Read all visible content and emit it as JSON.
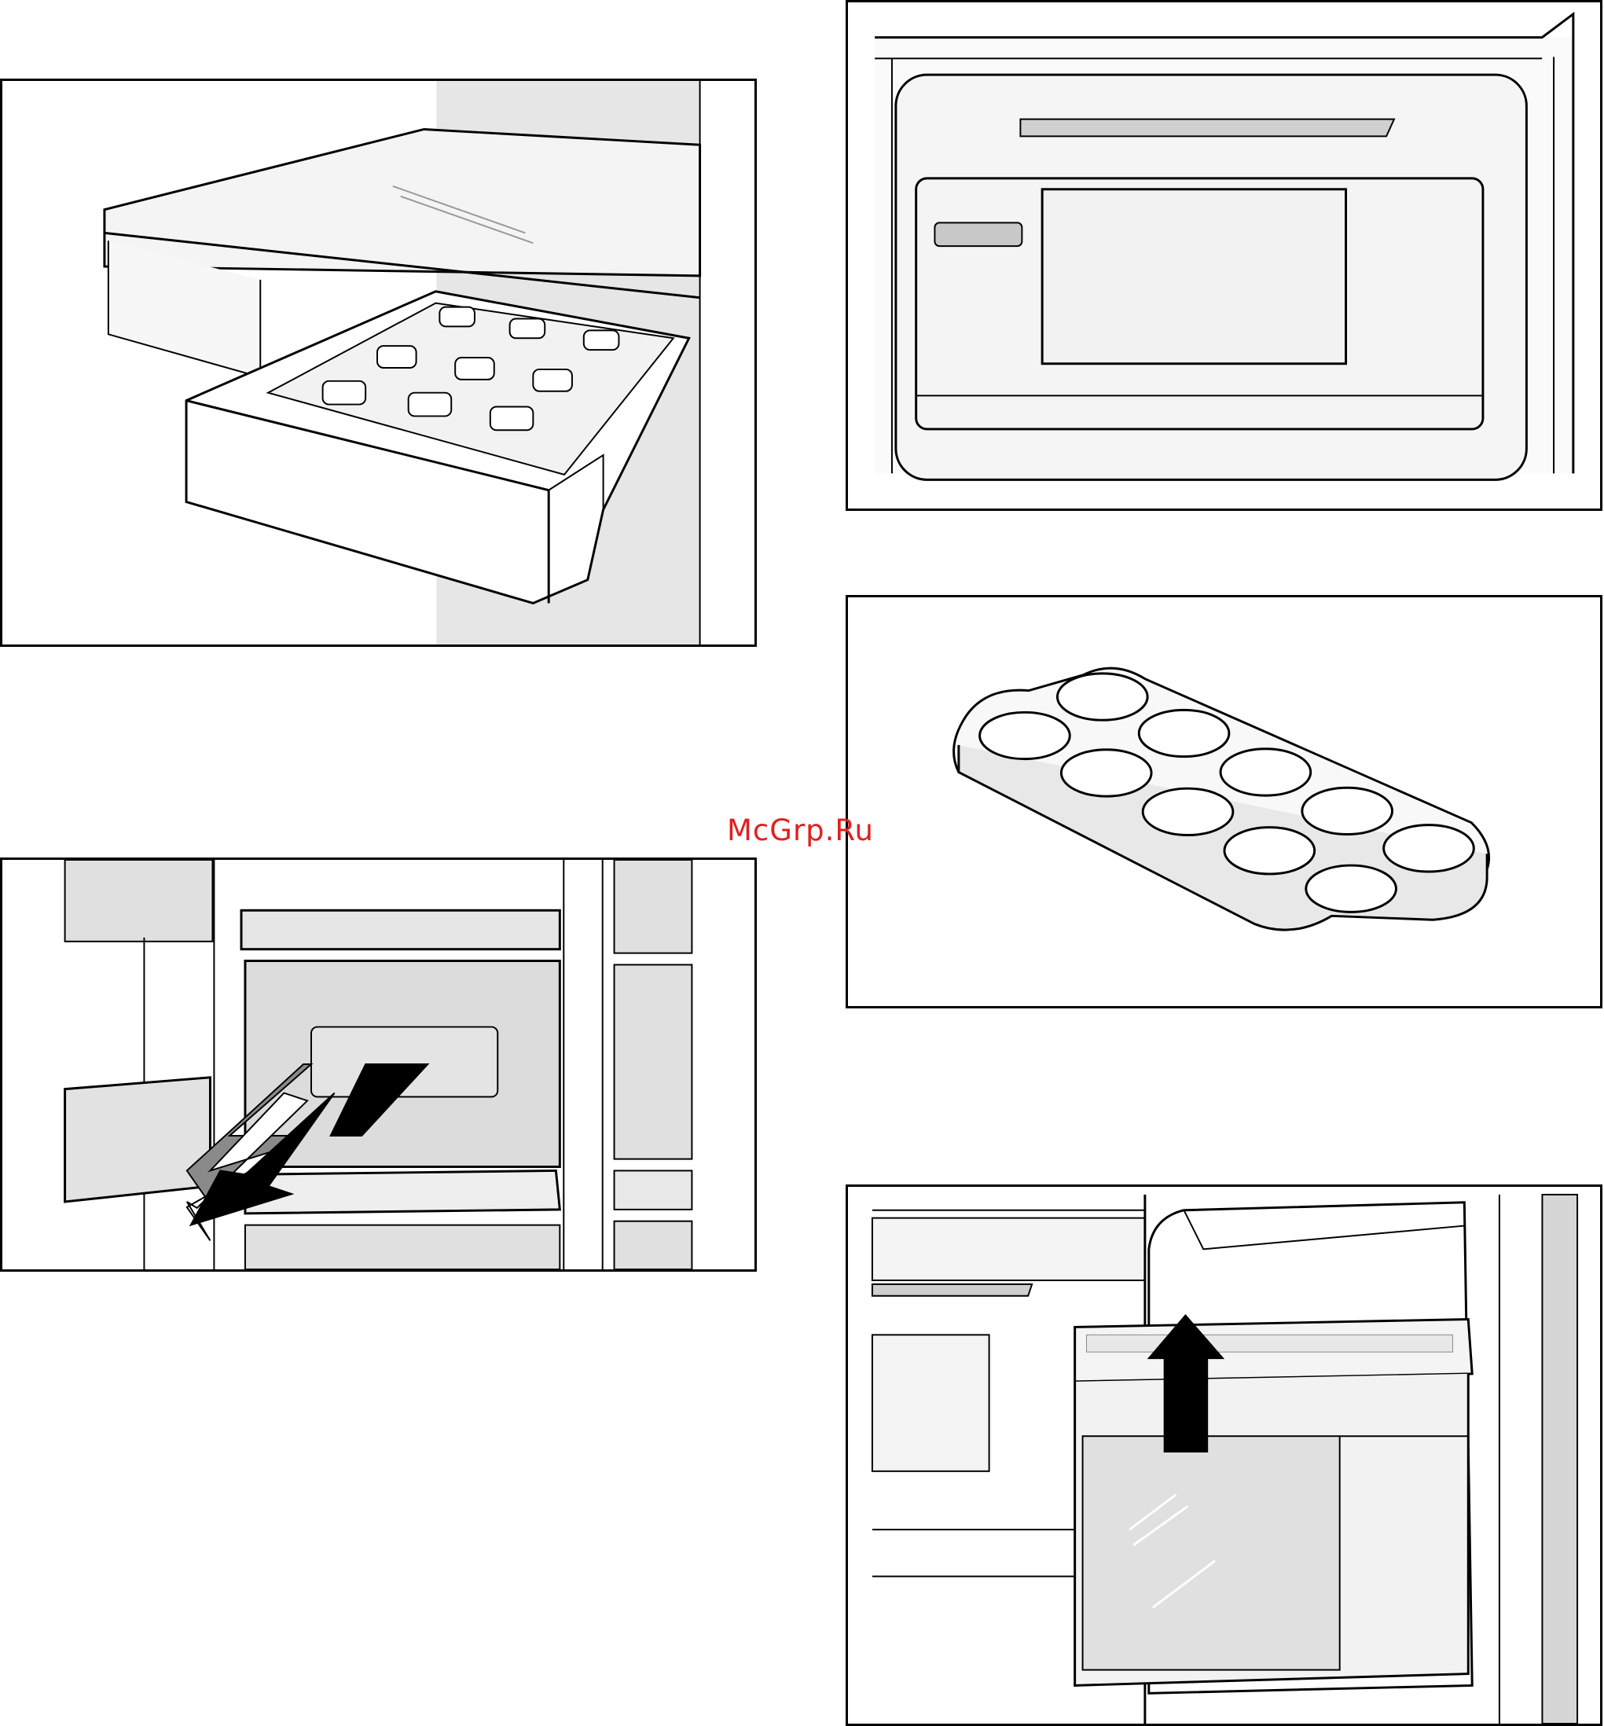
{
  "watermark": {
    "text": "McGrp.Ru"
  },
  "figures": [
    {
      "id": "ice-cube-tray",
      "icon": "ice-tray-drawer-illustration"
    },
    {
      "id": "freezer-door-compartment",
      "icon": "door-flap-illustration"
    },
    {
      "id": "egg-tray",
      "icon": "egg-tray-illustration",
      "egg_slots": 10
    },
    {
      "id": "freezer-drawer-removal",
      "icon": "drawer-pull-out-arrow-illustration"
    },
    {
      "id": "door-shelf-removal",
      "icon": "shelf-lift-up-arrow-illustration"
    }
  ],
  "colors": {
    "line": "#000000",
    "fill_light": "#f2f2f2",
    "fill_mid": "#dcdcdc",
    "fill_dark": "#8a8a8a"
  }
}
